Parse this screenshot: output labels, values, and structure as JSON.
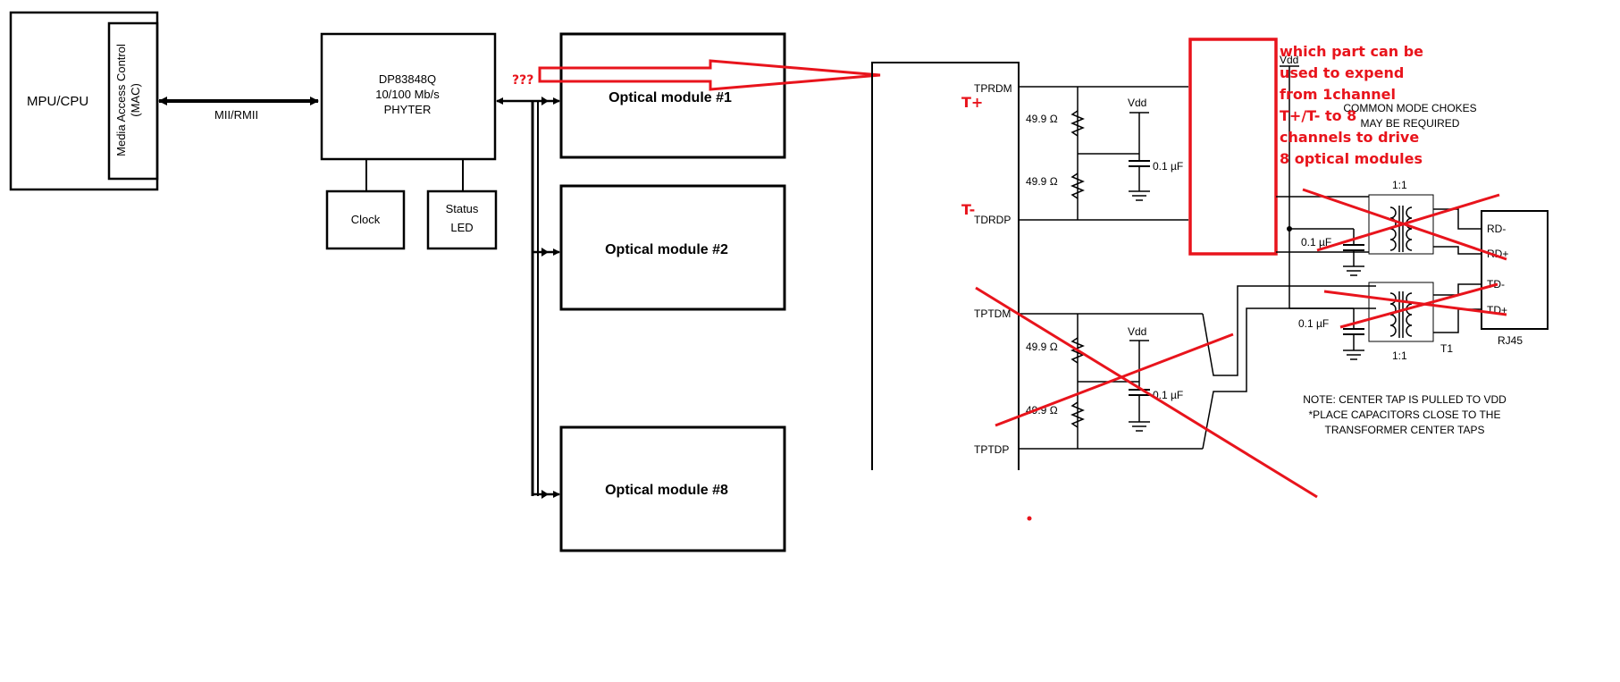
{
  "blocks": {
    "mpu": "MPU/CPU",
    "mac_line1": "Media Access Control",
    "mac_line2": "(MAC)",
    "bus_label": "MII/RMII",
    "phy_line1": "DP83848Q",
    "phy_line2": "10/100 Mb/s",
    "phy_line3": "PHYTER",
    "clock": "Clock",
    "status_line1": "Status",
    "status_line2": "LED",
    "unknown_mark": "???",
    "optical_1": "Optical module #1",
    "optical_2": "Optical module #2",
    "optical_8": "Optical module #8"
  },
  "schematic": {
    "tprdm": "TPRDM",
    "tdrdp": "TDRDP",
    "tptdm": "TPTDM",
    "tptdp": "TPTDP",
    "t_plus": "T+",
    "t_minus": "T-",
    "res1": "49.9 Ω",
    "res2": "49.9 Ω",
    "res3": "49.9 Ω",
    "res4": "49.9 Ω",
    "vdd1": "Vdd",
    "vdd2": "Vdd",
    "vdd3": "Vdd",
    "cap1": "0.1 µF",
    "cap2": "0.1 µF",
    "cap3": "0.1 µF",
    "cap4": "0.1 µF",
    "choke_line1": "COMMON MODE CHOKES",
    "choke_line2": "MAY BE REQUIRED",
    "ratio_top": "1:1",
    "ratio_bottom": "1:1",
    "t1": "T1",
    "rd_minus": "RD-",
    "rd_plus": "RD+",
    "td_minus": "TD-",
    "td_plus": "TD+",
    "rj45": "RJ45",
    "note1": "NOTE: CENTER TAP IS PULLED TO VDD",
    "note2": "*PLACE CAPACITORS CLOSE TO THE",
    "note3": "TRANSFORMER CENTER TAPS"
  },
  "question": {
    "line1": "which part can be",
    "line2": "used to expend",
    "line3": "from 1channel",
    "line4": "T+/T- to 8",
    "line5": "channels to drive",
    "line6": "8 optical modules"
  },
  "colors": {
    "annotation_red": "#e8141c",
    "line": "#000000"
  }
}
